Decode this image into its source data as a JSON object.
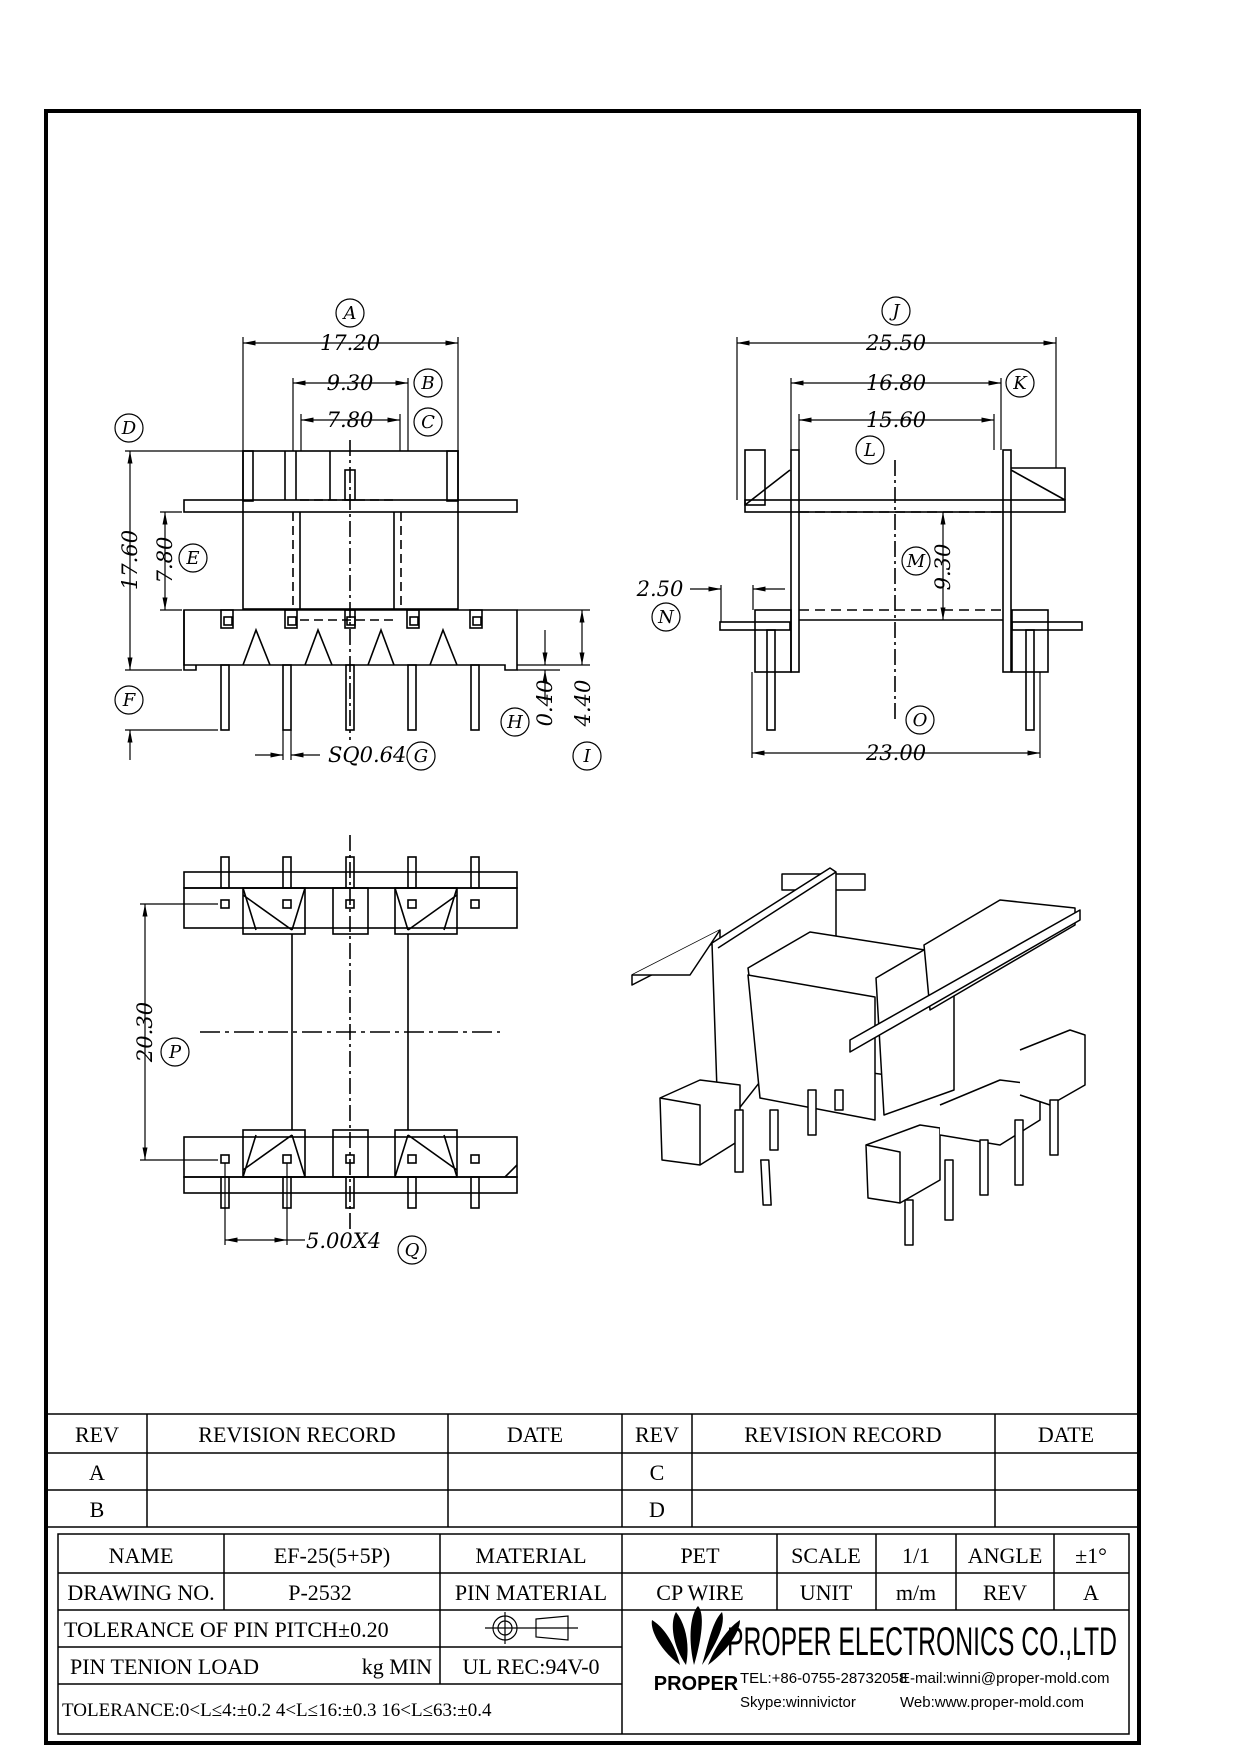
{
  "dimensions": {
    "A": {
      "label": "A",
      "value": "17.20"
    },
    "B": {
      "label": "B",
      "value": "9.30"
    },
    "C": {
      "label": "C",
      "value": "7.80"
    },
    "D": {
      "label": "D",
      "value": "17.60"
    },
    "E": {
      "label": "E",
      "value": "7.80"
    },
    "F": {
      "label": "F"
    },
    "G": {
      "label": "G",
      "value": "SQ0.64"
    },
    "H": {
      "label": "H",
      "value": "0.40"
    },
    "I": {
      "label": "I",
      "value": "4.40"
    },
    "J": {
      "label": "J",
      "value": "25.50"
    },
    "K": {
      "label": "K",
      "value": "16.80"
    },
    "L": {
      "label": "L",
      "value": "15.60"
    },
    "M": {
      "label": "M",
      "value": "9.30"
    },
    "N": {
      "label": "N",
      "value": "2.50"
    },
    "O": {
      "label": "O",
      "value": "23.00"
    },
    "P": {
      "label": "P",
      "value": "20.30"
    },
    "Q": {
      "label": "Q",
      "value": "5.00X4"
    }
  },
  "revision_table": {
    "headers": [
      "REV",
      "REVISION RECORD",
      "DATE",
      "REV",
      "REVISION RECORD",
      "DATE"
    ],
    "rows": [
      [
        "A",
        "",
        "",
        "C",
        "",
        ""
      ],
      [
        "B",
        "",
        "",
        "D",
        "",
        ""
      ]
    ]
  },
  "title_block": {
    "name_label": "NAME",
    "name_value": "EF-25(5+5P)",
    "material_label": "MATERIAL",
    "material_value": "PET",
    "scale_label": "SCALE",
    "scale_value": "1/1",
    "angle_label": "ANGLE",
    "angle_value": "±1°",
    "drawing_no_label": "DRAWING NO.",
    "drawing_no_value": "P-2532",
    "pin_material_label": "PIN MATERIAL",
    "pin_material_value": "CP WIRE",
    "unit_label": "UNIT",
    "unit_value": "m/m",
    "rev_label": "REV",
    "rev_value": "A",
    "pin_pitch_tolerance": "TOLERANCE OF PIN PITCH±0.20",
    "pin_tension_label": "PIN TENION LOAD",
    "pin_tension_unit": "kg MIN",
    "ul_rec": "UL REC:94V-0",
    "tolerance_text": "TOLERANCE:0<L≤4:±0.2  4<L≤16:±0.3  16<L≤63:±0.4"
  },
  "company": {
    "logo_text": "PROPER",
    "name": "PROPER ELECTRONICS CO.,LTD",
    "tel": "TEL:+86-0755-28732058",
    "email": "E-mail:winni@proper-mold.com",
    "skype": "Skype:winnivictor",
    "web": "Web:www.proper-mold.com"
  }
}
